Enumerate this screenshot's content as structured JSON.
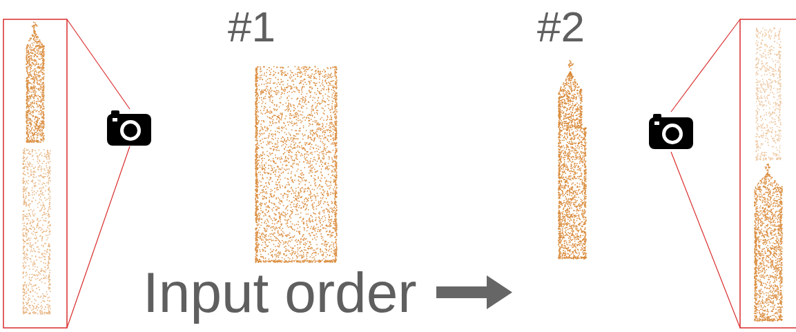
{
  "diagram": {
    "labels": [
      "#1",
      "#2",
      "Input order"
    ]
  }
}
